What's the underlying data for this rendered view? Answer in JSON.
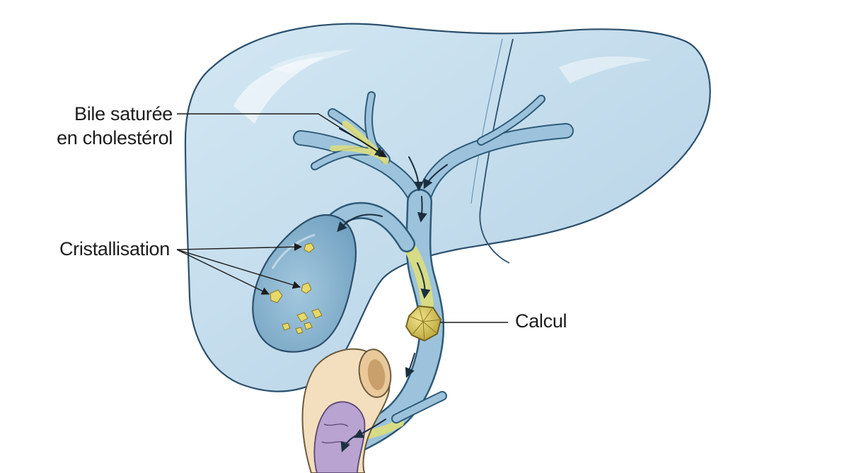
{
  "labels": {
    "bile_line1": "Bile saturée",
    "bile_line2": "en cholestérol",
    "crystallisation": "Cristallisation",
    "stone": "Calcul"
  },
  "colors": {
    "liver_fill": "#c2dbeb",
    "liver_outline": "#2b4f6b",
    "gallbladder_fill": "#8fb8d2",
    "duct_fill": "#9cc3db",
    "bile_yellow": "#dede7a",
    "crystal_yellow": "#e7d86a",
    "duodenum_tan": "#f3dfbd",
    "duodenum_purple": "#b9a3d0"
  }
}
